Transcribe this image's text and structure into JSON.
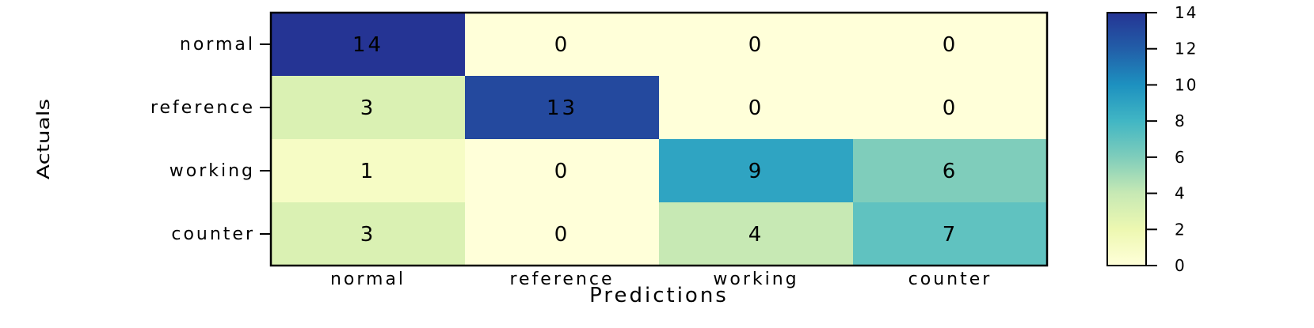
{
  "chart_data": {
    "type": "heatmap",
    "title": "",
    "xlabel": "Predictions",
    "ylabel": "Actuals",
    "x_categories": [
      "normal",
      "reference",
      "working",
      "counter"
    ],
    "y_categories": [
      "normal",
      "reference",
      "working",
      "counter"
    ],
    "values": [
      [
        14,
        0,
        0,
        0
      ],
      [
        3,
        13,
        0,
        0
      ],
      [
        1,
        0,
        9,
        6
      ],
      [
        3,
        0,
        4,
        7
      ]
    ],
    "colormap": "YlGnBu",
    "vmin": 0,
    "vmax": 14,
    "colorbar_ticks": [
      "0",
      "2",
      "4",
      "6",
      "8",
      "10",
      "12",
      "14"
    ],
    "colorbar_stops": [
      "#ffffd9",
      "#edf8b1",
      "#c7e9b4",
      "#7fcdbb",
      "#41b6c4",
      "#1d91c0",
      "#225ea8",
      "#253494"
    ],
    "grid": false
  }
}
